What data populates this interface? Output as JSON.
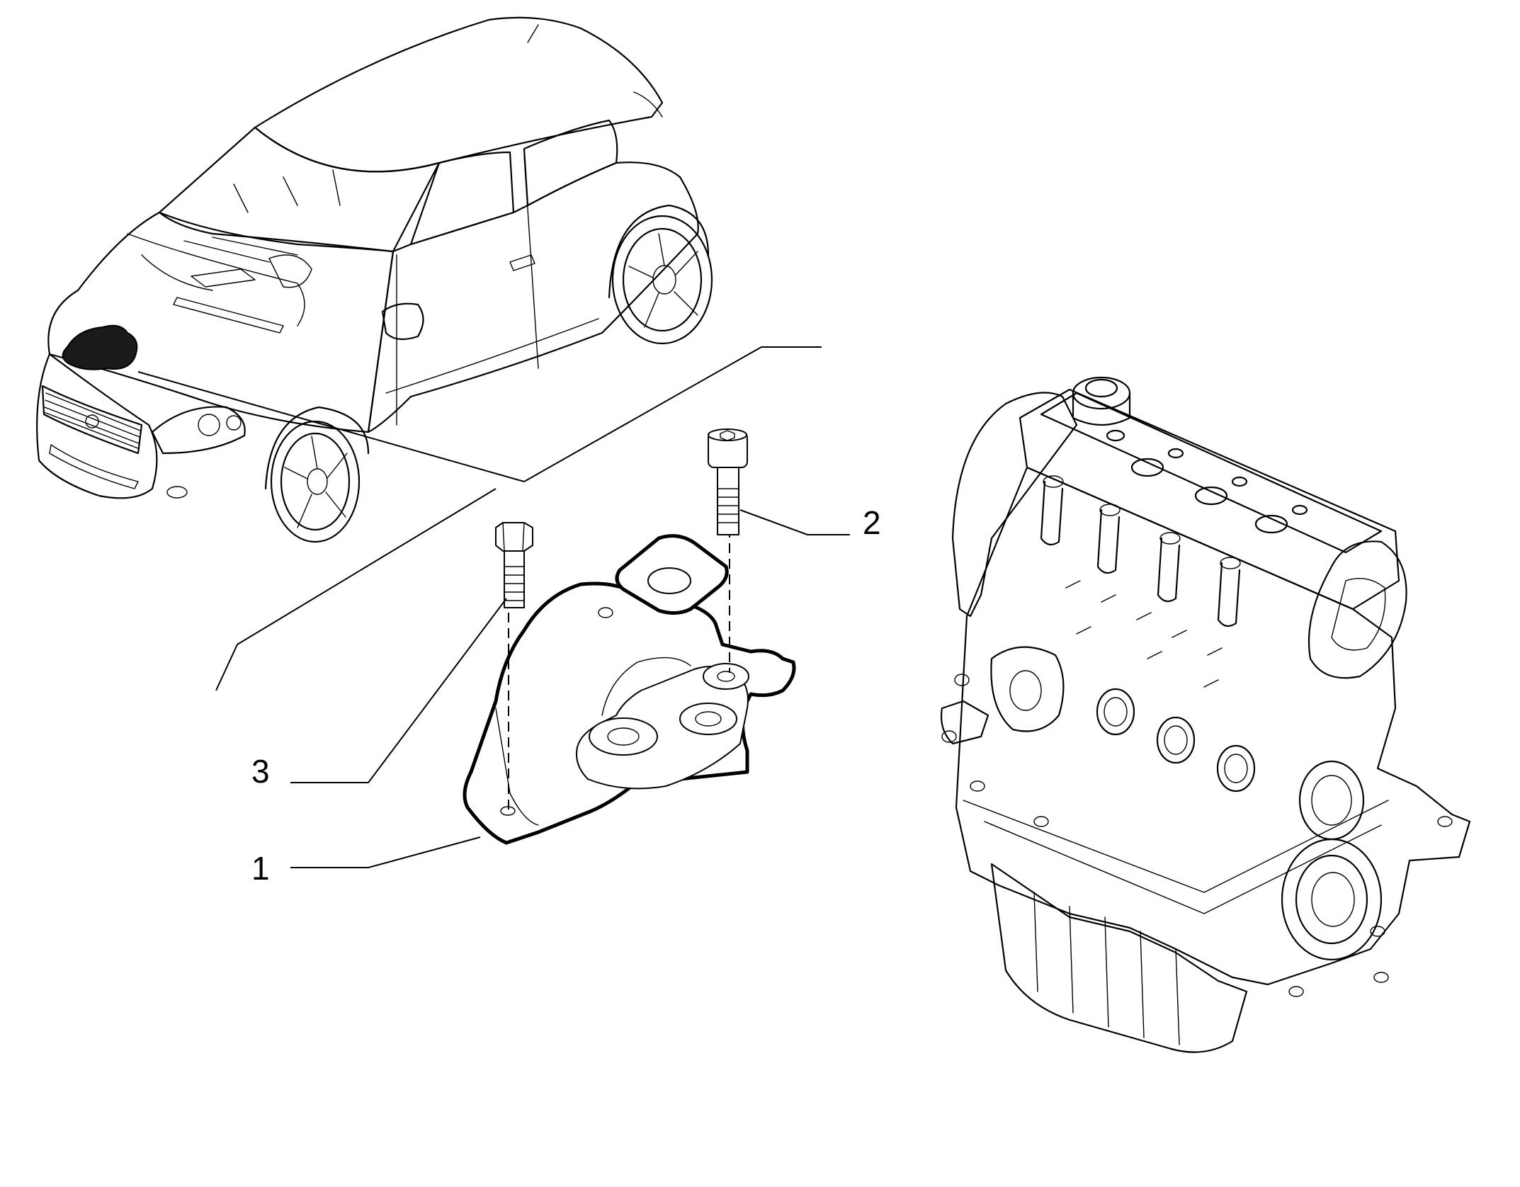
{
  "callouts": [
    {
      "label": "1",
      "part": "engine-mount-bracket"
    },
    {
      "label": "2",
      "part": "socket-head-bolt"
    },
    {
      "label": "3",
      "part": "hex-head-bolt"
    }
  ],
  "colors": {
    "ink": "#000000",
    "paper": "#ffffff"
  }
}
